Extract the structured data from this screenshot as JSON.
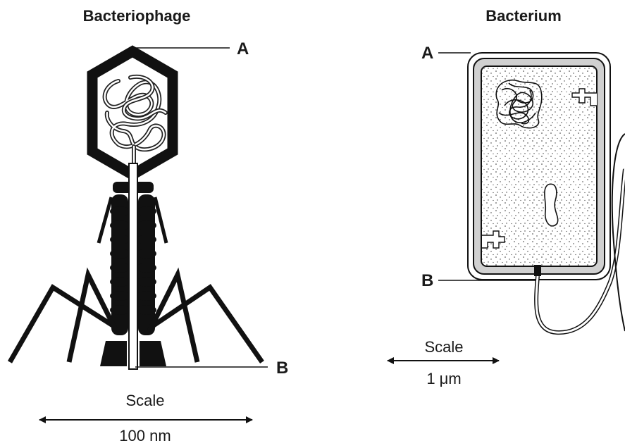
{
  "phage": {
    "title": "Bacteriophage",
    "label_a": "A",
    "label_b": "B",
    "scale_label": "Scale",
    "scale_value": "100 nm"
  },
  "bacterium": {
    "title": "Bacterium",
    "label_a": "A",
    "label_b": "B",
    "scale_label": "Scale",
    "scale_value": "1 μm"
  }
}
